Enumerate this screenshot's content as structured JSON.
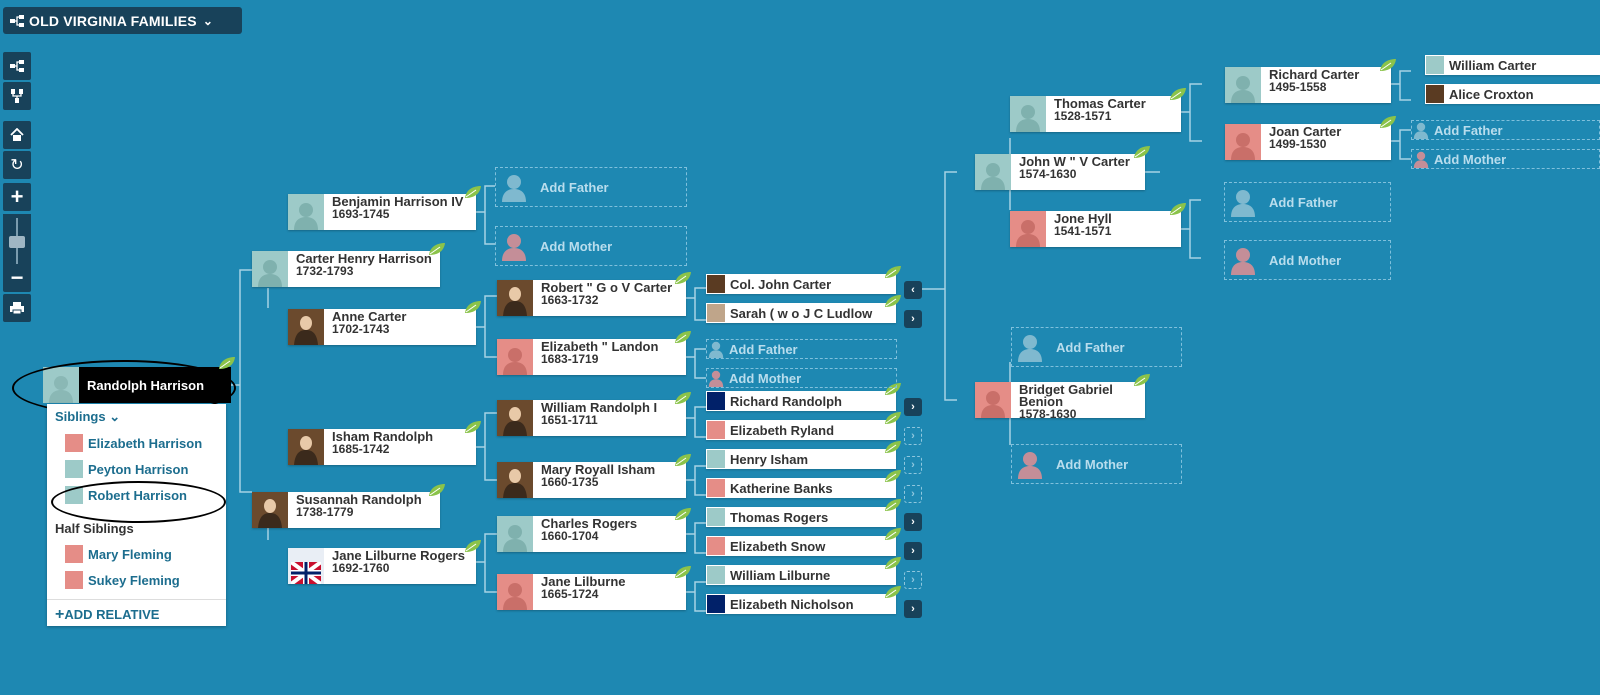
{
  "header": {
    "tree_name": "OLD VIRGINIA FAMILIES",
    "tree_icon": "tree-icon"
  },
  "toolbar": {
    "icons": [
      "pedigree-icon",
      "descendants-icon",
      "home-icon",
      "reset-icon",
      "zoom-in-icon",
      "zoom-slider",
      "zoom-out-icon",
      "print-icon"
    ]
  },
  "colors": {
    "background": "#1e88b2",
    "dark": "#18425a",
    "male": "#9dcac8",
    "female": "#e58d87",
    "leaf": "#8bc34a"
  },
  "focus": {
    "name": "Randolph Harrison"
  },
  "panel": {
    "siblings_label": "Siblings",
    "siblings": [
      "Elizabeth Harrison",
      "Peyton Harrison",
      "Robert Harrison"
    ],
    "half_label": "Half Siblings",
    "half_siblings": [
      "Mary Fleming",
      "Sukey Fleming"
    ],
    "add_relative": "ADD RELATIVE"
  },
  "people": {
    "bh4": {
      "name": "Benjamin Harrison IV",
      "years": "1693-1745"
    },
    "chh": {
      "name": "Carter Henry Harrison",
      "years": "1732-1793"
    },
    "ac": {
      "name": "Anne Carter",
      "years": "1702-1743"
    },
    "rgvc": {
      "name": "Robert \" G o V Carter",
      "years": "1663-1732"
    },
    "el": {
      "name": "Elizabeth \" Landon",
      "years": "1683-1719"
    },
    "ir": {
      "name": "Isham Randolph",
      "years": "1685-1742"
    },
    "sr": {
      "name": "Susannah Randolph",
      "years": "1738-1779"
    },
    "wr": {
      "name": "William Randolph I",
      "years": "1651-1711"
    },
    "mri": {
      "name": "Mary Royall Isham",
      "years": "1660-1735"
    },
    "jlr": {
      "name": "Jane Lilburne Rogers",
      "years": "1692-1760"
    },
    "cr": {
      "name": "Charles Rogers",
      "years": "1660-1704"
    },
    "jl": {
      "name": "Jane Lilburne",
      "years": "1665-1724"
    },
    "tc": {
      "name": "Thomas Carter",
      "years": "1528-1571"
    },
    "jwvc": {
      "name": "John W \" V Carter",
      "years": "1574-1630"
    },
    "jh": {
      "name": "Jone Hyll",
      "years": "1541-1571"
    },
    "bgb": {
      "name": "Bridget Gabriel Benion",
      "years": "1578-1630"
    },
    "rc": {
      "name": "Richard Carter",
      "years": "1495-1558"
    },
    "jc": {
      "name": "Joan Carter",
      "years": "1499-1530"
    }
  },
  "small": {
    "cjc": "Col. John Carter",
    "swjcl": "Sarah ( w o J C Ludlow",
    "rr": "Richard Randolph",
    "ery": "Elizabeth Ryland",
    "hi": "Henry Isham",
    "kb": "Katherine Banks",
    "tr": "Thomas Rogers",
    "es": "Elizabeth Snow",
    "wl": "William Lilburne",
    "en": "Elizabeth Nicholson",
    "wc": "William Carter",
    "acx": "Alice Croxton"
  },
  "add": {
    "father": "Add Father",
    "mother": "Add Mother"
  }
}
